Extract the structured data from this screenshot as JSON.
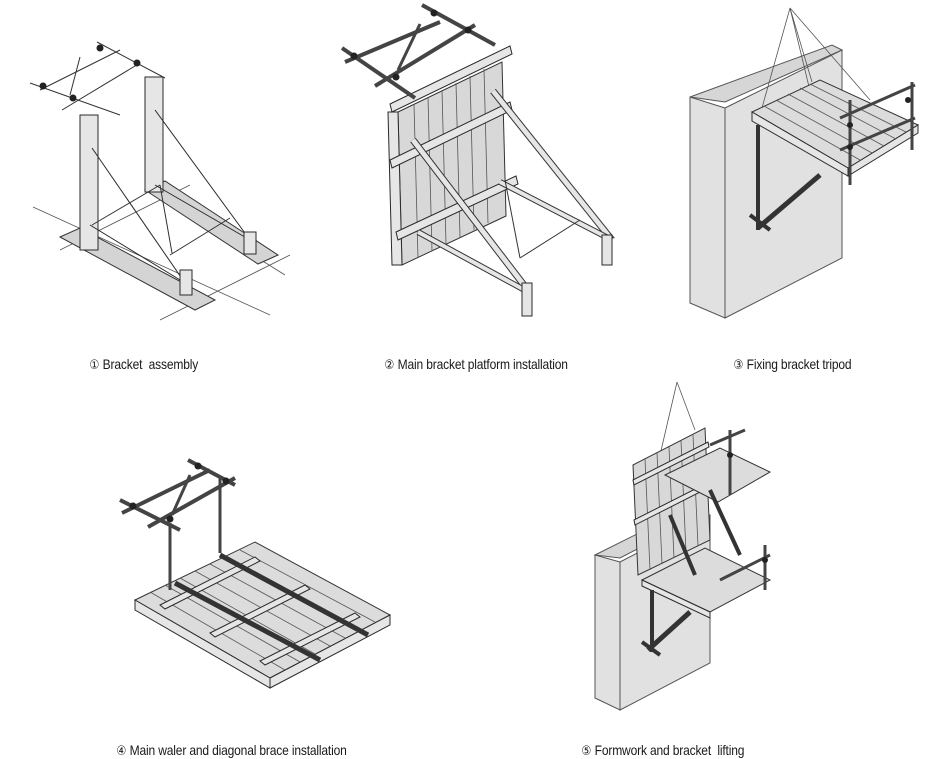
{
  "figure": {
    "steps": [
      {
        "number": "①",
        "label": "Bracket  assembly",
        "drawing": "bracket-assembly"
      },
      {
        "number": "②",
        "label": "Main bracket platform installation",
        "drawing": "main-bracket-platform"
      },
      {
        "number": "③",
        "label": "Fixing bracket tripod",
        "drawing": "bracket-tripod-on-wall"
      },
      {
        "number": "④",
        "label": "Main waler and diagonal brace installation",
        "drawing": "waler-and-brace-deck"
      },
      {
        "number": "⑤",
        "label": "Formwork and bracket  lifting",
        "drawing": "formwork-lifting"
      }
    ],
    "colors": {
      "background": "#ffffff",
      "steel": "#e6e6e6",
      "outline": "#2a2a2a",
      "concrete": "#e1e1e1"
    }
  }
}
